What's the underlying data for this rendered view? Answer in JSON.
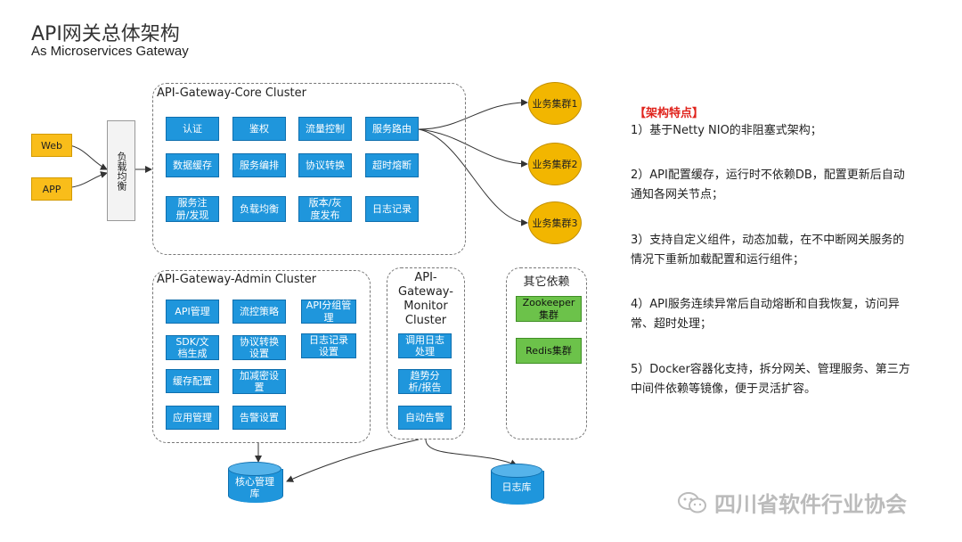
{
  "header": {
    "title": "API网关总体架构",
    "subtitle": "As Microservices Gateway"
  },
  "clients": [
    {
      "label": "Web"
    },
    {
      "label": "APP"
    }
  ],
  "load_balancer": {
    "label": "负载均衡"
  },
  "core_cluster": {
    "title": "API-Gateway-Core Cluster",
    "modules": [
      "认证",
      "鉴权",
      "流量控制",
      "服务路由",
      "数据缓存",
      "服务编排",
      "协议转换",
      "超时熔断",
      "服务注册/发现",
      "负载均衡",
      "版本/灰度发布",
      "日志记录"
    ]
  },
  "business_clusters": [
    {
      "label": "业务集群1"
    },
    {
      "label": "业务集群2"
    },
    {
      "label": "业务集群3"
    }
  ],
  "admin_cluster": {
    "title": "API-Gateway-Admin Cluster",
    "modules": [
      "API管理",
      "流控策略",
      "API分组管理",
      "SDK/文档生成",
      "协议转换设置",
      "日志记录设置",
      "缓存配置",
      "加减密设置",
      "应用管理",
      "告警设置"
    ]
  },
  "monitor_cluster": {
    "title": "API-Gateway-Monitor Cluster",
    "title_lines": [
      "API-",
      "Gateway-",
      "Monitor",
      "Cluster"
    ],
    "modules": [
      "调用日志处理",
      "趋势分析/报告",
      "自动告警"
    ]
  },
  "dependencies": {
    "title": "其它依赖",
    "modules": [
      "Zookeeper集群",
      "Redis集群"
    ]
  },
  "databases": [
    {
      "label": "核心管理库"
    },
    {
      "label": "日志库"
    }
  ],
  "features": {
    "title": "【架构特点】",
    "items": [
      "1）基于Netty NIO的非阻塞式架构；",
      "2）API配置缓存，运行时不依赖DB，配置更新后自动通知各网关节点；",
      "3）支持自定义组件，动态加载，在不中断网关服务的情况下重新加载配置和运行组件；",
      "4）API服务连续异常后自动熔断和自我恢复，访问异常、超时处理；",
      "5）Docker容器化支持，拆分网关、管理服务、第三方中间件依赖等镜像，便于灵活扩容。"
    ]
  },
  "watermark": {
    "text": "四川省软件行业协会"
  },
  "colors": {
    "module_blue": "#1f96dc",
    "client_orange": "#f9bd1a",
    "business_gold": "#f2b600",
    "dependency_green": "#6cc24a",
    "feature_title_red": "#e0231c"
  }
}
